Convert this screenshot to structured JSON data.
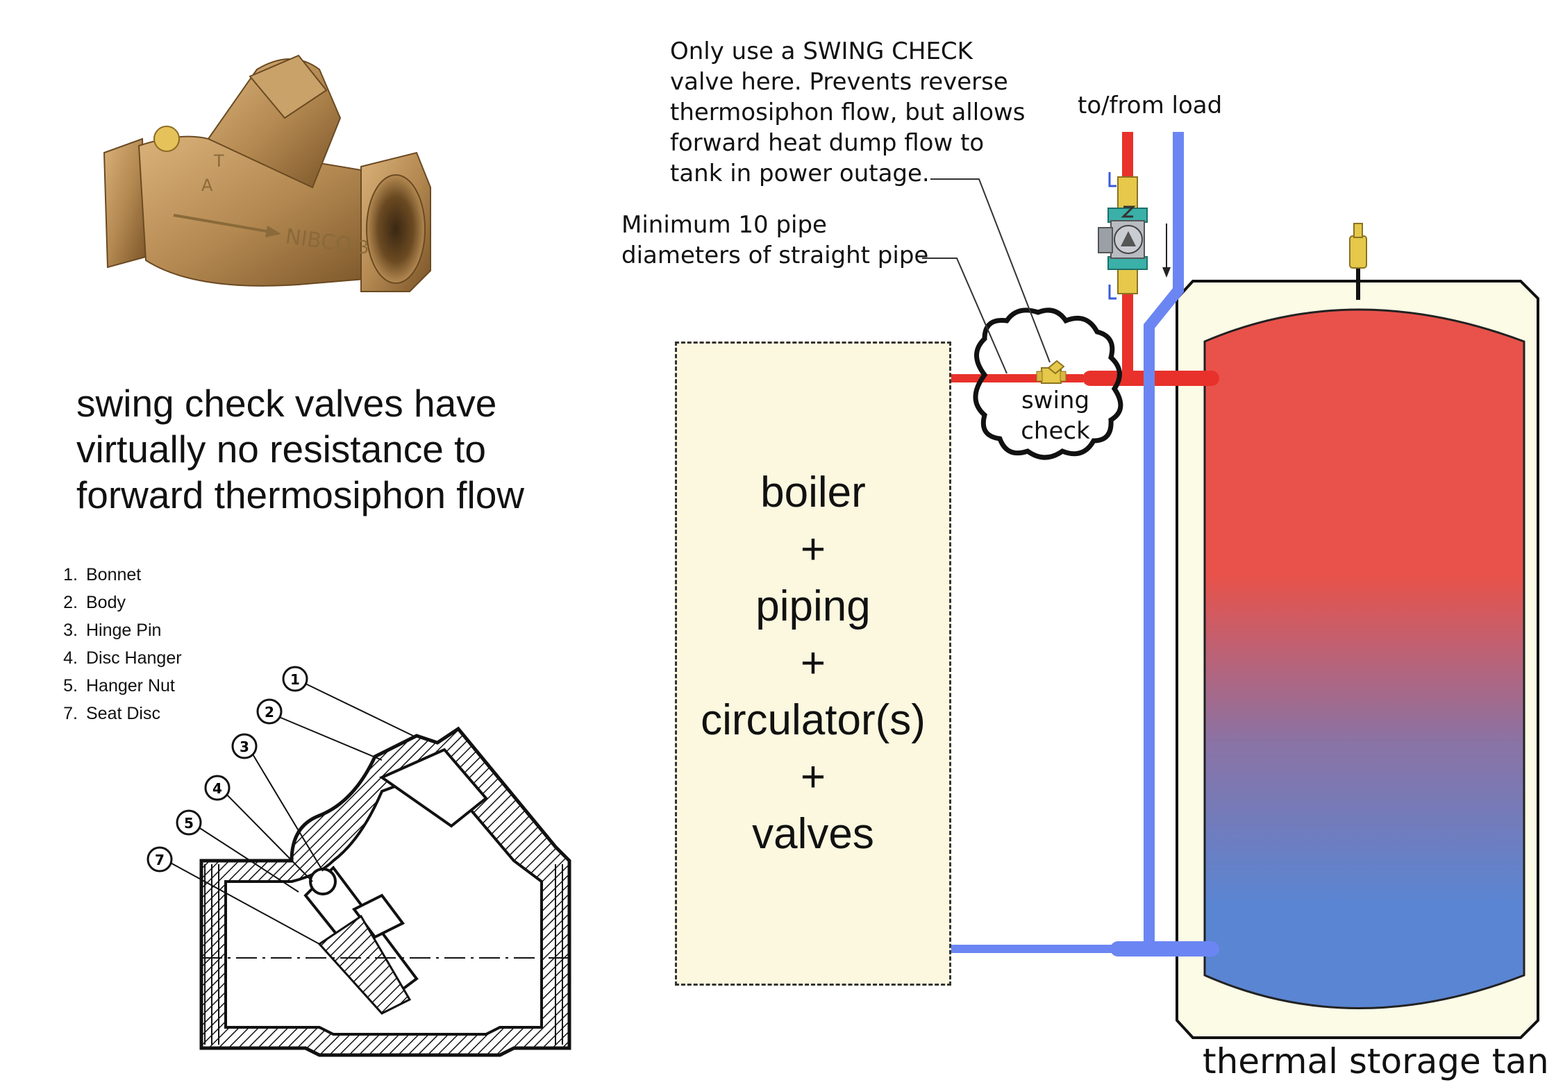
{
  "caption": {
    "lines": [
      "swing check valves have",
      "virtually no resistance to",
      "forward thermosiphon flow"
    ]
  },
  "parts_list": [
    {
      "num": "1.",
      "name": "Bonnet"
    },
    {
      "num": "2.",
      "name": "Body"
    },
    {
      "num": "3.",
      "name": "Hinge Pin"
    },
    {
      "num": "4.",
      "name": "Disc Hanger"
    },
    {
      "num": "5.",
      "name": "Hanger Nut"
    },
    {
      "num": "7.",
      "name": "Seat Disc"
    }
  ],
  "callout_numbers": [
    "1",
    "2",
    "3",
    "4",
    "5",
    "7"
  ],
  "valve_photo": {
    "brand_text": "NIBCO",
    "body_marks": [
      "T",
      "A",
      "3"
    ]
  },
  "notes": {
    "swing_check": [
      "Only use a SWING CHECK",
      "valve here.  Prevents reverse",
      "thermosiphon flow, but allows",
      "forward heat dump flow to",
      "tank in power outage."
    ],
    "straight_pipe": [
      "Minimum 10 pipe",
      "diameters of straight pipe"
    ],
    "load": "to/from load"
  },
  "boiler_box": [
    "boiler",
    "+",
    "piping",
    "+",
    "circulator(s)",
    "+",
    "valves"
  ],
  "swing_check_label": [
    "swing",
    "check"
  ],
  "tank_label": "thermal storage tank",
  "colors": {
    "hot_pipe": "#e8312a",
    "cold_pipe": "#6b86f2",
    "tank_hot": "#e8524a",
    "tank_cold": "#5a85d2",
    "box_fill": "#fbf8df",
    "brass": "#b58a52"
  }
}
